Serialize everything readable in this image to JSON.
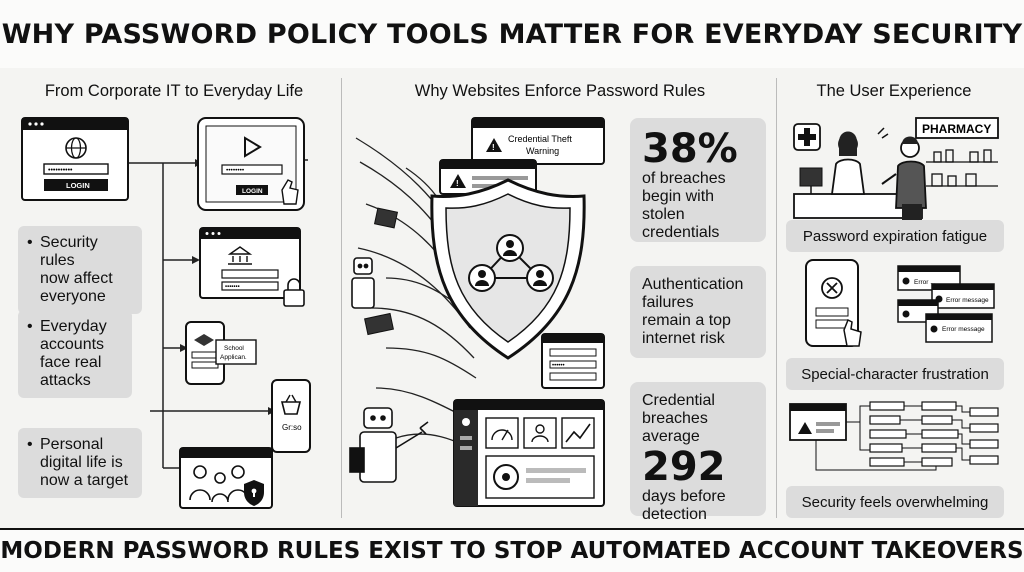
{
  "title": "WHY PASSWORD POLICY TOOLS MATTER FOR EVERYDAY SECURITY",
  "footer": "MODERN PASSWORD RULES EXIST TO STOP AUTOMATED ACCOUNT TAKEOVERS",
  "left": {
    "heading": "From Corporate IT to Everyday Life",
    "bullets": [
      {
        "l1": "Security rules",
        "l2": "now affect",
        "l3": "everyone"
      },
      {
        "l1": "Everyday",
        "l2": "accounts",
        "l3": "face real",
        "l4": "attacks"
      },
      {
        "l1": "Personal",
        "l2": "digital life is",
        "l3": "now a target"
      }
    ],
    "login_label": "LOGIN",
    "tablet_login_label": "LOGIN",
    "school_l1": "School",
    "school_l2": "Applican.",
    "shop_label": "Gr:so"
  },
  "middle": {
    "heading": "Why Websites Enforce Password Rules",
    "warning_l1": "Credential Theft",
    "warning_l2": "Warning",
    "stats": [
      {
        "big": "38%",
        "l1": "of breaches",
        "l2": "begin with",
        "l3": "stolen credentials"
      },
      {
        "l1": "Authentication",
        "l2": "failures",
        "l3": "remain a top",
        "l4": "internet risk"
      },
      {
        "l1": "Credential",
        "l2": "breaches average",
        "big": "292",
        "l3": "days before",
        "l4": "detection"
      }
    ]
  },
  "right": {
    "heading": "The User Experience",
    "pharmacy_sign": "PHARMACY",
    "labels": [
      "Password expiration fatigue",
      "Special-character frustration",
      "Security feels overwhelming"
    ],
    "error_message": "Error message",
    "error_short": "Error ..."
  }
}
